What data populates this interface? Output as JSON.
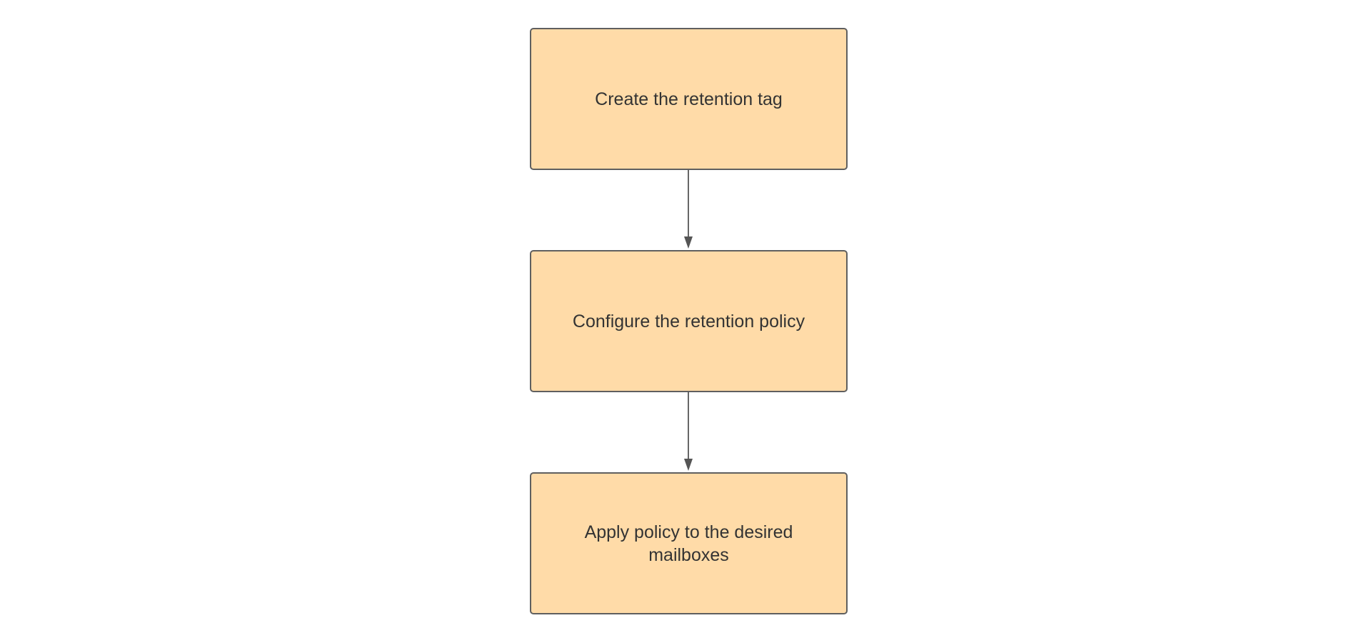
{
  "diagram": {
    "type": "flowchart",
    "steps": [
      {
        "id": "step-1",
        "label": "Create the retention tag"
      },
      {
        "id": "step-2",
        "label": "Configure the retention policy"
      },
      {
        "id": "step-3",
        "label": "Apply policy to the desired mailboxes"
      }
    ],
    "connectors": [
      {
        "from": "step-1",
        "to": "step-2"
      },
      {
        "from": "step-2",
        "to": "step-3"
      }
    ],
    "colors": {
      "node_fill": "#ffdba8",
      "node_border": "#5f5f5f",
      "connector": "#555555",
      "text": "#333333",
      "background": "#ffffff"
    }
  }
}
